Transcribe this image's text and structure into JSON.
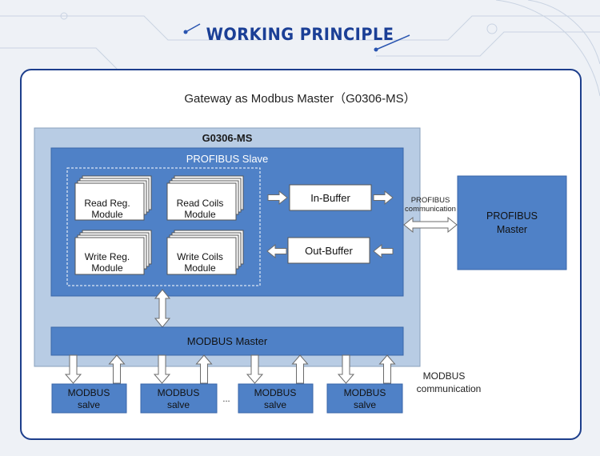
{
  "banner": {
    "title": "WORKING PRINCIPLE"
  },
  "diagram": {
    "caption": "Gateway as Modbus Master（G0306-MS）",
    "device_name": "G0306-MS",
    "profibus_slave": "PROFIBUS Slave",
    "modules": [
      {
        "line1": "Read Reg.",
        "line2": "Module"
      },
      {
        "line1": "Read Coils",
        "line2": "Module"
      },
      {
        "line1": "Write Reg.",
        "line2": "Module"
      },
      {
        "line1": "Write Coils",
        "line2": "Module"
      }
    ],
    "in_buffer": "In-Buffer",
    "out_buffer": "Out-Buffer",
    "profibus_comm": {
      "line1": "PROFIBUS",
      "line2": "communication"
    },
    "profibus_master": {
      "line1": "PROFIBUS",
      "line2": "Master"
    },
    "modbus_master": "MODBUS Master",
    "slaves": [
      {
        "line1": "MODBUS",
        "line2": "salve"
      },
      {
        "line1": "MODBUS",
        "line2": "salve"
      },
      {
        "line1": "MODBUS",
        "line2": "salve"
      },
      {
        "line1": "MODBUS",
        "line2": "salve"
      }
    ],
    "ellipsis": "...",
    "modbus_comm": {
      "line1": "MODBUS",
      "line2": "communication"
    }
  },
  "colors": {
    "title_blue": "#1b3f96",
    "panel_border": "#1d3e8c",
    "outer_box": "#b8cce4",
    "inner_box": "#4f81c7",
    "arrow_fill": "#ffffff"
  }
}
